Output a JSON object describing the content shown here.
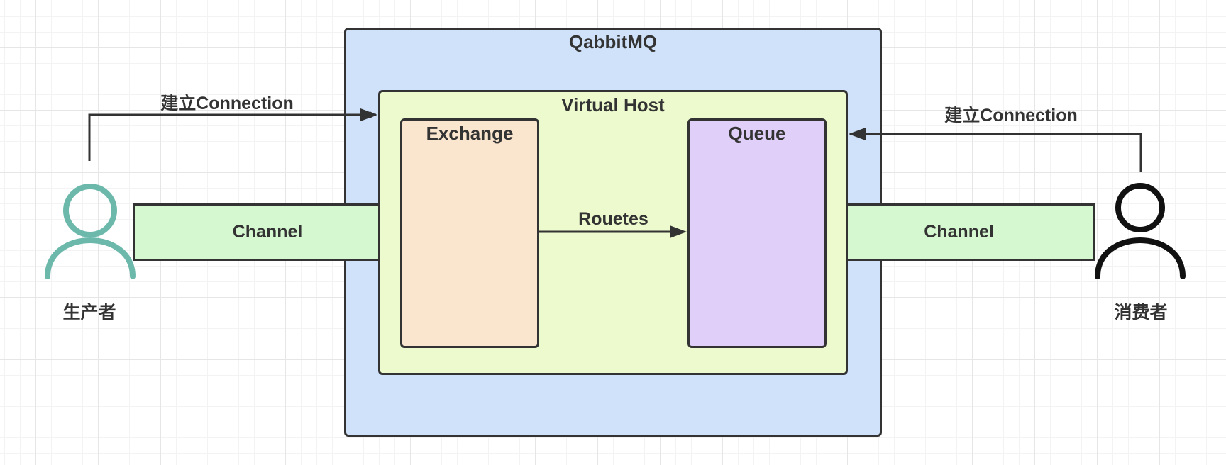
{
  "diagram": {
    "server": {
      "title": "QabbitMQ",
      "fill": "#cfe2f9"
    },
    "vhost": {
      "title": "Virtual Host",
      "fill": "#ecfacd"
    },
    "exchange": {
      "title": "Exchange",
      "fill": "#fae5cf"
    },
    "queue": {
      "title": "Queue",
      "fill": "#e0d0f9"
    },
    "routes_label": "Rouetes",
    "producer": {
      "label": "生产者",
      "color": "#6cb9ac"
    },
    "consumer": {
      "label": "消费者",
      "color": "#111111"
    },
    "producer_channel": {
      "label": "Channel",
      "fill": "#d6f8d0"
    },
    "consumer_channel": {
      "label": "Channel",
      "fill": "#d6f8d0"
    },
    "producer_connection_label": "建立Connection",
    "consumer_connection_label": "建立Connection"
  }
}
